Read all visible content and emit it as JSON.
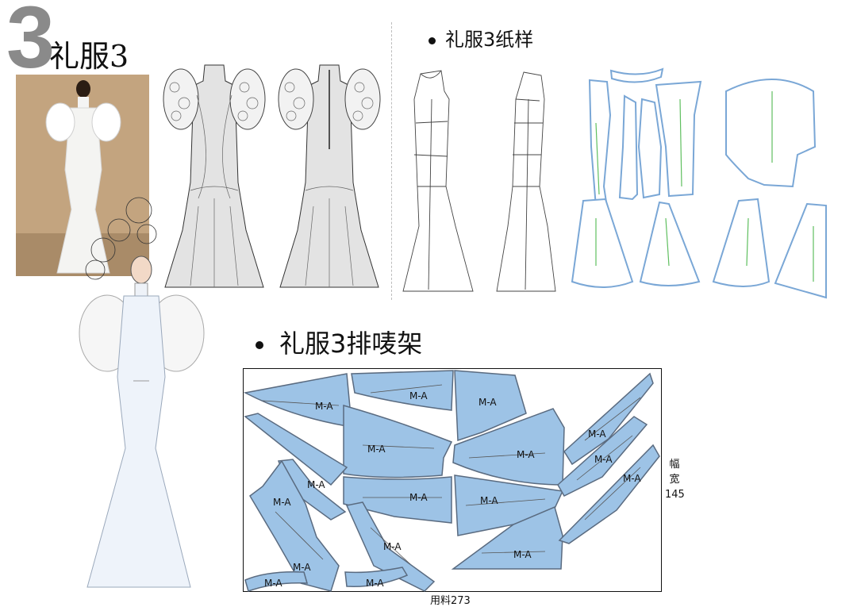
{
  "header": {
    "number": "3",
    "title": "礼服3"
  },
  "sections": {
    "pattern_title": "礼服3纸样",
    "marker_title": "礼服3排唛架"
  },
  "marker": {
    "piece_label": "M-A",
    "width_label_chars": [
      "幅",
      "宽"
    ],
    "width_value": "145",
    "usage_label": "用料273"
  },
  "colors": {
    "piece_fill": "#9dc3e6",
    "piece_stroke": "#5a6b80",
    "pattern_outline": "#7aa7d6",
    "grain_line": "#5fbf5f"
  }
}
